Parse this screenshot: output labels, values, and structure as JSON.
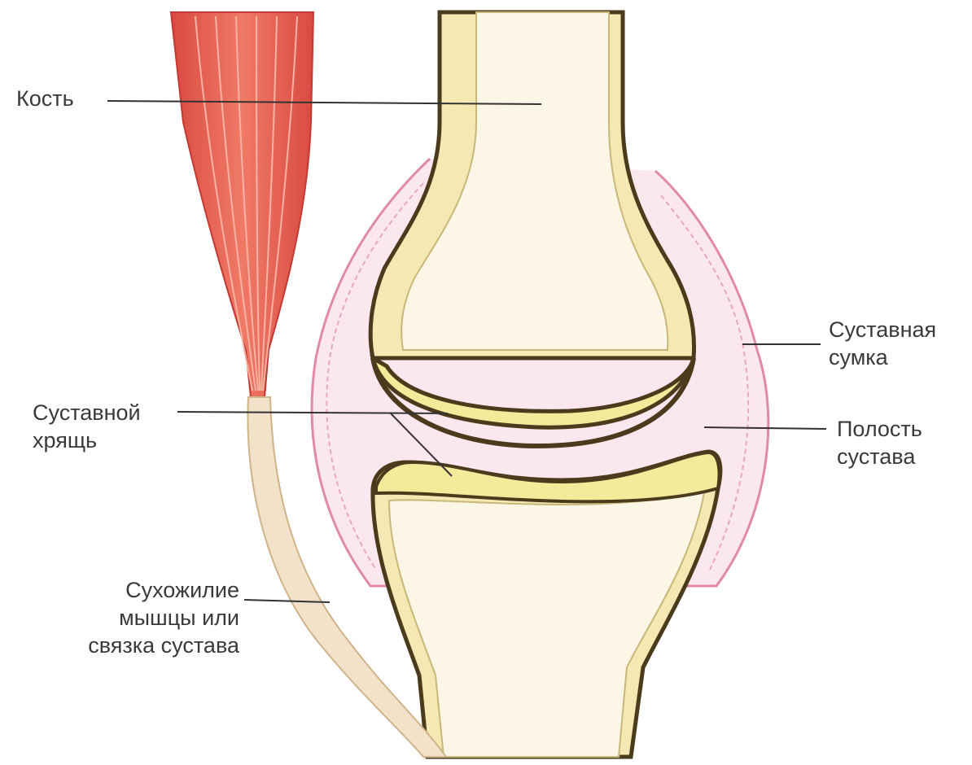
{
  "labels": {
    "bone": "Кость",
    "joint_capsule": [
      "Суставная",
      "сумка"
    ],
    "cartilage": [
      "Суставной",
      "хрящь"
    ],
    "joint_cavity": [
      "Полость",
      "сустава"
    ],
    "tendon": [
      "Сухожилие",
      "мышцы или",
      "связка сустава"
    ]
  },
  "colors": {
    "bone_fill": "#fbf6e6",
    "bone_shell": "#f5e9b3",
    "bone_outline": "#4a3b1c",
    "cartilage_fill": "#f3ea9a",
    "muscle": "#e86a5a",
    "capsule": "#e8a0b6",
    "tendon": "#f2e2c9",
    "leader_line": "#333333",
    "text": "#3a3a3a"
  }
}
